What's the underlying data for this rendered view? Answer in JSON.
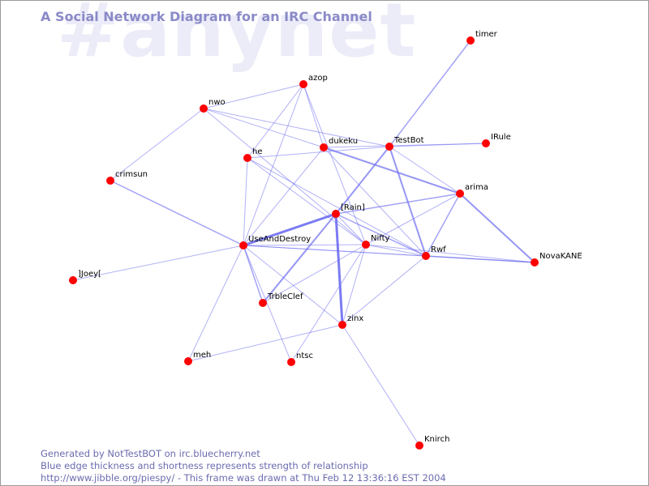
{
  "header": {
    "watermark": "#anynet",
    "title": "A Social Network Diagram for an IRC Channel"
  },
  "colors": {
    "edge": "#6b6bf0",
    "node": "#ff0000",
    "title": "#8a8ac8",
    "watermark": "#ececf9"
  },
  "footer": {
    "line1": "Generated by NotTestBOT on irc.bluecherry.net",
    "line2": "Blue edge thickness and shortness represents strength of relationship",
    "line3": "http://www.jibble.org/piespy/ - This frame was drawn at Thu Feb 12 13:36:16 EST 2004"
  },
  "graph": {
    "nodes": [
      {
        "id": "timer",
        "label": "timer"
      },
      {
        "id": "azop",
        "label": "azop"
      },
      {
        "id": "nwo",
        "label": "nwo"
      },
      {
        "id": "dukeku",
        "label": "dukeku"
      },
      {
        "id": "TestBot",
        "label": "TestBot"
      },
      {
        "id": "IRule",
        "label": "IRule"
      },
      {
        "id": "he",
        "label": "he"
      },
      {
        "id": "crimsun",
        "label": "crimsun"
      },
      {
        "id": "arima",
        "label": "arima"
      },
      {
        "id": "Rain",
        "label": "[Rain]"
      },
      {
        "id": "UseAndDestroy",
        "label": "UseAndDestroy"
      },
      {
        "id": "Nifty",
        "label": "Nifty"
      },
      {
        "id": "Rwf",
        "label": "Rwf"
      },
      {
        "id": "NovaKANE",
        "label": "NovaKANE"
      },
      {
        "id": "Joey",
        "label": "]Joey["
      },
      {
        "id": "TrbleClef",
        "label": "TrbleClef"
      },
      {
        "id": "zinx",
        "label": "zinx"
      },
      {
        "id": "meh",
        "label": "meh"
      },
      {
        "id": "ntsc",
        "label": "ntsc"
      },
      {
        "id": "Knirch",
        "label": "Knirch"
      }
    ],
    "edges": [
      {
        "source": "timer",
        "target": "TestBot",
        "strength": 1.5
      },
      {
        "source": "azop",
        "target": "nwo",
        "strength": 1
      },
      {
        "source": "azop",
        "target": "he",
        "strength": 1
      },
      {
        "source": "azop",
        "target": "dukeku",
        "strength": 1
      },
      {
        "source": "azop",
        "target": "UseAndDestroy",
        "strength": 1
      },
      {
        "source": "azop",
        "target": "Nifty",
        "strength": 1
      },
      {
        "source": "nwo",
        "target": "crimsun",
        "strength": 1
      },
      {
        "source": "nwo",
        "target": "dukeku",
        "strength": 1
      },
      {
        "source": "nwo",
        "target": "Nifty",
        "strength": 1
      },
      {
        "source": "nwo",
        "target": "TestBot",
        "strength": 1
      },
      {
        "source": "dukeku",
        "target": "arima",
        "strength": 2
      },
      {
        "source": "dukeku",
        "target": "Rwf",
        "strength": 1
      },
      {
        "source": "dukeku",
        "target": "UseAndDestroy",
        "strength": 1
      },
      {
        "source": "he",
        "target": "TestBot",
        "strength": 1
      },
      {
        "source": "he",
        "target": "UseAndDestroy",
        "strength": 1
      },
      {
        "source": "he",
        "target": "Nifty",
        "strength": 1
      },
      {
        "source": "he",
        "target": "Rwf",
        "strength": 1
      },
      {
        "source": "dukeku",
        "target": "IRule",
        "strength": 1
      },
      {
        "source": "TestBot",
        "target": "Rain",
        "strength": 2
      },
      {
        "source": "TestBot",
        "target": "Rwf",
        "strength": 2
      },
      {
        "source": "TestBot",
        "target": "arima",
        "strength": 1
      },
      {
        "source": "TestBot",
        "target": "IRule",
        "strength": 1
      },
      {
        "source": "crimsun",
        "target": "UseAndDestroy",
        "strength": 1.5
      },
      {
        "source": "Rain",
        "target": "UseAndDestroy",
        "strength": 3
      },
      {
        "source": "Rain",
        "target": "zinx",
        "strength": 3
      },
      {
        "source": "Rain",
        "target": "TrbleClef",
        "strength": 2
      },
      {
        "source": "Rain",
        "target": "arima",
        "strength": 1.5
      },
      {
        "source": "Rain",
        "target": "Rwf",
        "strength": 1.5
      },
      {
        "source": "Rain",
        "target": "Nifty",
        "strength": 1
      },
      {
        "source": "UseAndDestroy",
        "target": "Nifty",
        "strength": 1
      },
      {
        "source": "UseAndDestroy",
        "target": "Rwf",
        "strength": 1
      },
      {
        "source": "UseAndDestroy",
        "target": "NovaKANE",
        "strength": 1
      },
      {
        "source": "UseAndDestroy",
        "target": "Joey",
        "strength": 1
      },
      {
        "source": "UseAndDestroy",
        "target": "TrbleClef",
        "strength": 1.5
      },
      {
        "source": "UseAndDestroy",
        "target": "zinx",
        "strength": 1
      },
      {
        "source": "UseAndDestroy",
        "target": "meh",
        "strength": 1
      },
      {
        "source": "UseAndDestroy",
        "target": "ntsc",
        "strength": 1
      },
      {
        "source": "Nifty",
        "target": "Rwf",
        "strength": 1
      },
      {
        "source": "Nifty",
        "target": "NovaKANE",
        "strength": 1
      },
      {
        "source": "Nifty",
        "target": "TrbleClef",
        "strength": 1
      },
      {
        "source": "Nifty",
        "target": "ntsc",
        "strength": 1
      },
      {
        "source": "Nifty",
        "target": "zinx",
        "strength": 1
      },
      {
        "source": "Nifty",
        "target": "arima",
        "strength": 1
      },
      {
        "source": "arima",
        "target": "Rwf",
        "strength": 1.5
      },
      {
        "source": "arima",
        "target": "NovaKANE",
        "strength": 2
      },
      {
        "source": "Rwf",
        "target": "NovaKANE",
        "strength": 1.5
      },
      {
        "source": "Rwf",
        "target": "zinx",
        "strength": 1
      },
      {
        "source": "zinx",
        "target": "meh",
        "strength": 1
      },
      {
        "source": "zinx",
        "target": "Knirch",
        "strength": 1
      }
    ]
  }
}
